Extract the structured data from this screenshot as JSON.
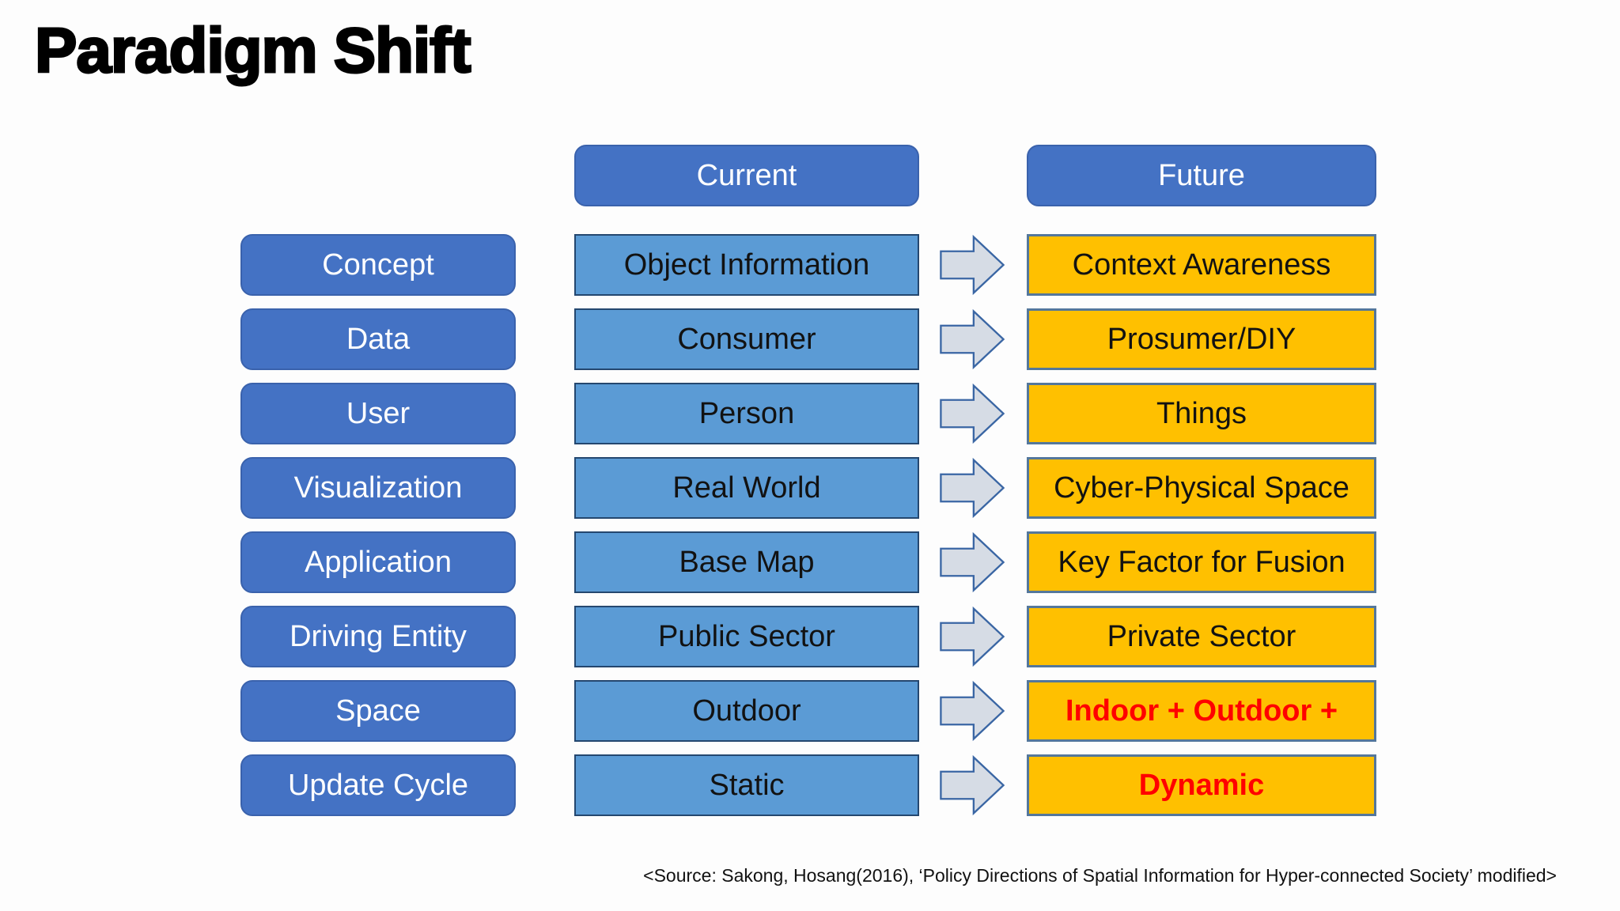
{
  "title": "Paradigm Shift",
  "headers": {
    "current": "Current",
    "future": "Future"
  },
  "rows": [
    {
      "label": "Concept",
      "current": "Object Information",
      "future": "Context Awareness",
      "future_highlight": false
    },
    {
      "label": "Data",
      "current": "Consumer",
      "future": "Prosumer/DIY",
      "future_highlight": false
    },
    {
      "label": "User",
      "current": "Person",
      "future": "Things",
      "future_highlight": false
    },
    {
      "label": "Visualization",
      "current": "Real World",
      "future": "Cyber-Physical Space",
      "future_highlight": false
    },
    {
      "label": "Application",
      "current": "Base Map",
      "future": "Key Factor for Fusion",
      "future_highlight": false
    },
    {
      "label": "Driving Entity",
      "current": "Public Sector",
      "future": "Private Sector",
      "future_highlight": false
    },
    {
      "label": "Space",
      "current": "Outdoor",
      "future": "Indoor + Outdoor +",
      "future_highlight": true
    },
    {
      "label": "Update Cycle",
      "current": "Static",
      "future": "Dynamic",
      "future_highlight": true
    }
  ],
  "source_note": "<Source: Sakong, Hosang(2016), ‘Policy Directions of Spatial Information for Hyper-connected Society’ modified>",
  "icons": {
    "arrow": "block-arrow-right"
  },
  "colors": {
    "accent_blue": "#4472C4",
    "cell_blue": "#5B9BD5",
    "cell_blue_border": "#24476F",
    "cell_yellow": "#FFC000",
    "cell_yellow_border": "#54779B",
    "arrow_fill": "#D6DCE5",
    "arrow_border": "#3A66A4",
    "highlight_red": "#FF0000",
    "text_black": "#121212",
    "text_white": "#FFFFFF"
  }
}
